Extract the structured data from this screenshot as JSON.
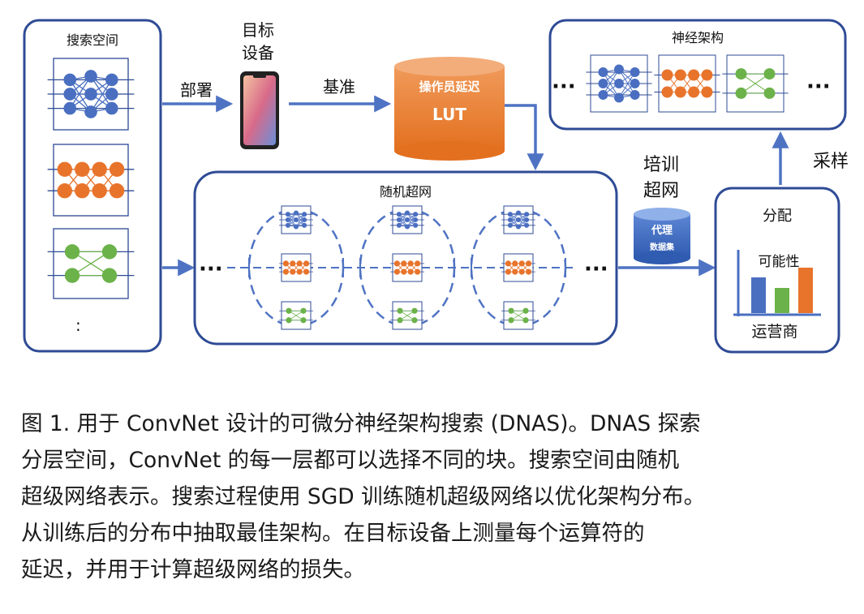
{
  "diagram": {
    "search_space": {
      "title": "搜索空间",
      "ellipsis": ":"
    },
    "target_device": {
      "title_line1": "目标",
      "title_line2": "设备"
    },
    "deploy_label": "部署",
    "benchmark_label": "基准",
    "lut": {
      "title": "操作员延迟",
      "label": "LUT"
    },
    "supernet": {
      "title": "随机超网"
    },
    "train_label": {
      "line1": "培训",
      "line2": "超网"
    },
    "proxy_dataset": {
      "line1": "代理",
      "line2": "数据集"
    },
    "distribution": {
      "title": "分配",
      "ylabel": "可能性",
      "xlabel": "运营商"
    },
    "sample_label": "采样",
    "architecture": {
      "title": "神经架构"
    },
    "dots": "···",
    "colors": {
      "blue": "#4a6fc1",
      "orange": "#e8742c",
      "green": "#6cb24a",
      "frame": "#2f4b96",
      "arrow": "#4f73c3",
      "lut": "#e6782f"
    }
  },
  "caption": {
    "lines": [
      "图 1. 用于 ConvNet 设计的可微分神经架构搜索 (DNAS)。DNAS 探索",
      "分层空间，ConvNet 的每一层都可以选择不同的块。搜索空间由随机",
      "超级网络表示。搜索过程使用 SGD 训练随机超级网络以优化架构分布。",
      "从训练后的分布中抽取最佳架构。在目标设备上测量每个运算符的",
      "延迟，并用于计算超级网络的损失。"
    ]
  }
}
